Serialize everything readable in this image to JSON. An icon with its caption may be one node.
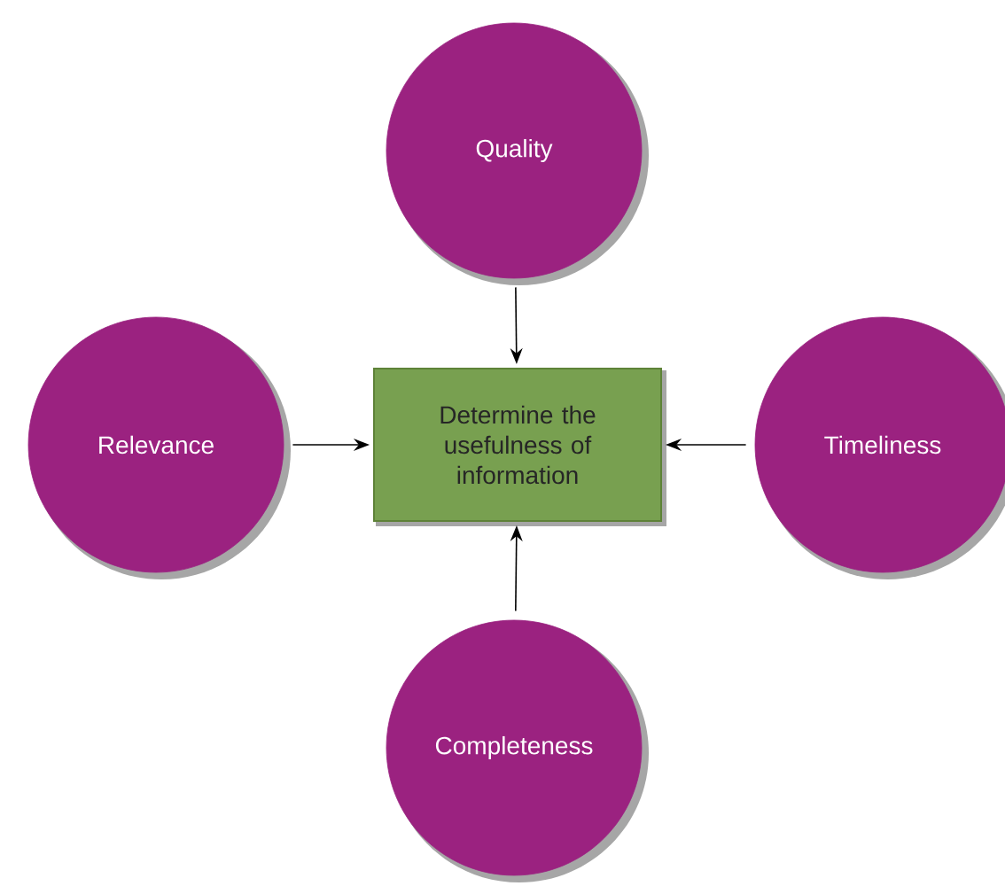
{
  "diagram": {
    "nodes": [
      {
        "text": [
          "Quality"
        ]
      },
      {
        "text": [
          "Relevance"
        ]
      },
      {
        "text": [
          "Determine the usefulness of information"
        ]
      },
      {
        "text": [
          "Timeliness"
        ]
      },
      {
        "text": [
          "Completeness"
        ]
      }
    ],
    "edges": [
      {
        "from": 0,
        "to": 2,
        "arrow": "to"
      },
      {
        "from": 1,
        "to": 2,
        "arrow": "to"
      },
      {
        "from": 3,
        "to": 2,
        "arrow": "to"
      },
      {
        "from": 4,
        "to": 2,
        "arrow": "to"
      }
    ]
  }
}
